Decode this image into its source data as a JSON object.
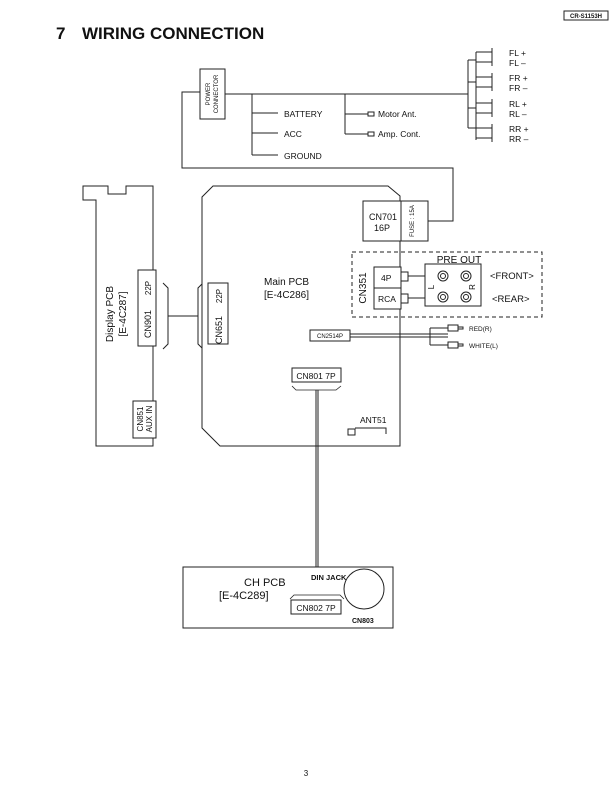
{
  "header": {
    "model_code": "CR-S1153H",
    "section_number": "7",
    "section_title": "WIRING CONNECTION"
  },
  "power_connector": {
    "label_line1": "POWER",
    "label_line2": "CONNECTOR"
  },
  "leads": {
    "battery": "BATTERY",
    "acc": "ACC",
    "ground": "GROUND",
    "motor_ant": "Motor Ant.",
    "amp_cont": "Amp. Cont."
  },
  "speakers": [
    "FL +",
    "FL –",
    "FR +",
    "FR –",
    "RL +",
    "RL –",
    "RR +",
    "RR –"
  ],
  "display_pcb": {
    "name": "Display PCB",
    "part": "[E-4C287]",
    "cn901": "CN901",
    "cn901_pins": "22P",
    "cn851": "CN851",
    "cn851_sub": "AUX IN"
  },
  "main_pcb": {
    "name": "Main PCB",
    "part": "[E-4C286]",
    "cn651": "CN651",
    "cn651_pins": "22P",
    "cn701": "CN701",
    "cn701_pins": "16P",
    "fuse": "FUSE : 15A",
    "cn351": "CN351",
    "cn351_4p": "4P",
    "cn351_rca": "RCA",
    "cn2514": "CN2514P",
    "cn801": "CN801 7P",
    "ant51": "ANT51"
  },
  "pre_out": {
    "title": "PRE OUT",
    "front": "<FRONT>",
    "rear": "<REAR>",
    "left": "L",
    "right": "R"
  },
  "aux_leads": {
    "red": "RED(R)",
    "white": "WHITE(L)"
  },
  "ch_pcb": {
    "name": "CH  PCB",
    "part": "[E-4C289]",
    "din_jack": "DIN JACK",
    "cn802": "CN802 7P",
    "cn803": "CN803"
  },
  "page_number": "3"
}
